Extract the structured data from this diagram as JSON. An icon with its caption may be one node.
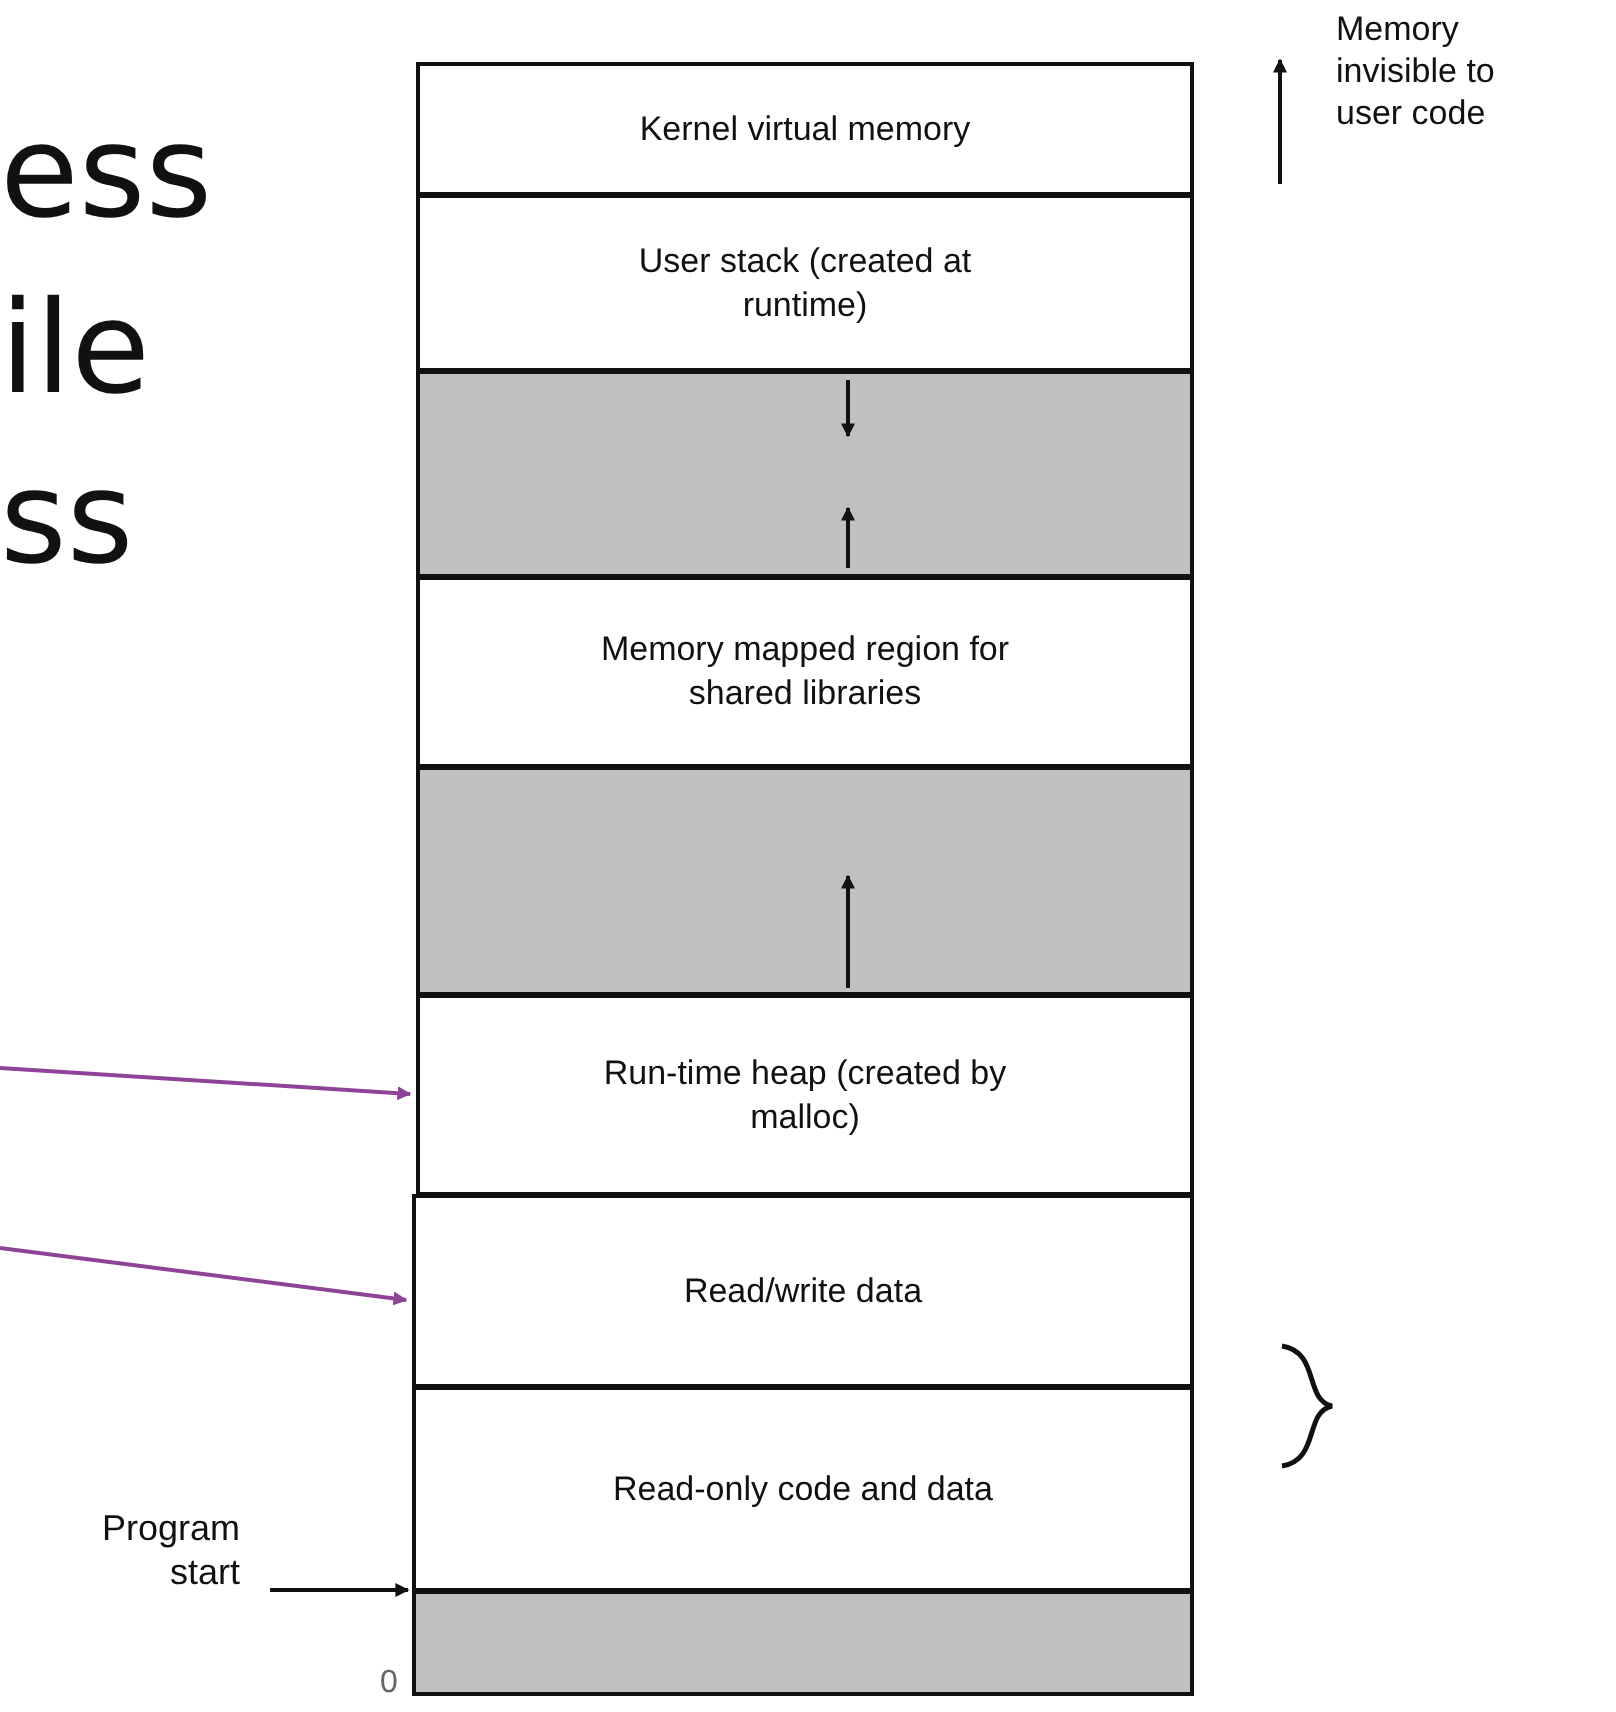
{
  "diagram": {
    "nodes": [
      {
        "text": [
          "Kernel virtual memory"
        ]
      },
      {
        "text": [
          "User stack (created at runtime)"
        ]
      },
      {
        "text": [],
        "shape": "box"
      },
      {
        "text": [
          "Memory mapped region for shared libraries"
        ]
      },
      {
        "text": [],
        "shape": "box"
      },
      {
        "text": [
          "Run-time heap (created by malloc)"
        ]
      },
      {
        "text": [
          "Read/write data"
        ]
      },
      {
        "text": [
          "Read-only code and data"
        ]
      },
      {
        "text": [],
        "shape": "box"
      },
      {
        "text": [
          "Program start"
        ]
      }
    ],
    "edges": [
      {
        "from": null,
        "to": 5,
        "arrow": "to"
      },
      {
        "from": null,
        "to": 6,
        "arrow": "to"
      },
      {
        "from": 9,
        "to": 8,
        "arrow": "to",
        "color": "#111111"
      }
    ],
    "labels": [
      "ess",
      "ile",
      "ss",
      "Memory invisible to user code",
      "0"
    ]
  }
}
